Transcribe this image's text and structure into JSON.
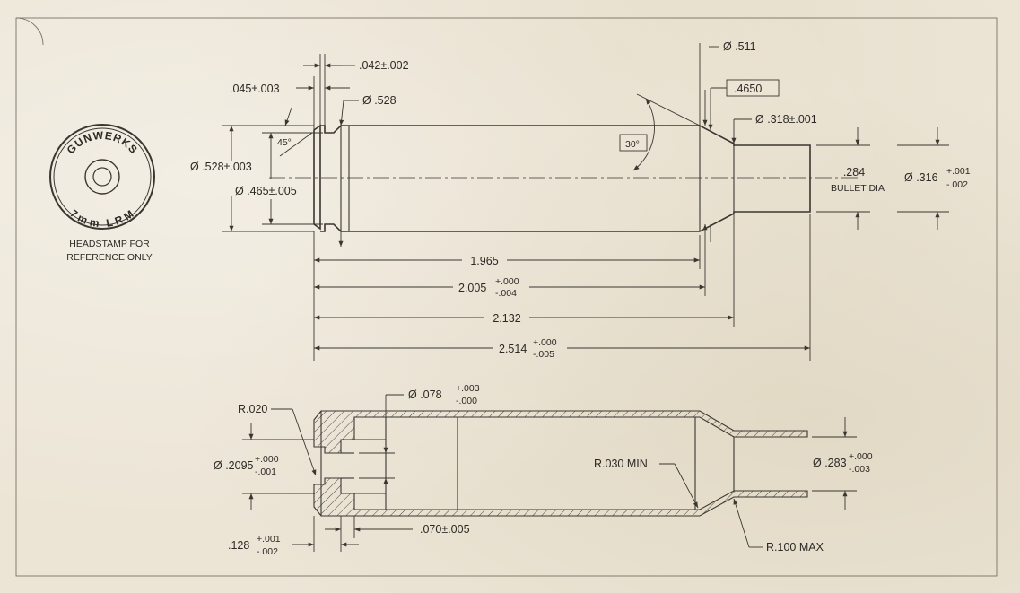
{
  "headstamp": {
    "brand": "GUNWERKS",
    "caliber": "7mm LRM",
    "note_line1": "HEADSTAMP FOR",
    "note_line2": "REFERENCE ONLY"
  },
  "top_view": {
    "rim_width": ".042±.002",
    "rim_offset": ".045±.003",
    "rim_diameter_label": "Ø .528",
    "rim_dia_left": "Ø .528±.003",
    "extractor_groove_dia": "Ø .465±.005",
    "bevel_angle": "45°",
    "shoulder_angle": "30°",
    "shoulder_dia": "Ø .511",
    "shoulder_datum": ".4650",
    "neck_dia": "Ø .318±.001",
    "bullet_dia_value": ".284",
    "bullet_dia_label": "BULLET DIA",
    "mouth_dia_base": "Ø .316",
    "mouth_dia_plus": "+.001",
    "mouth_dia_minus": "-.002",
    "len_1": "1.965",
    "len_2_base": "2.005",
    "len_2_plus": "+.000",
    "len_2_minus": "-.004",
    "len_3": "2.132",
    "len_4_base": "2.514",
    "len_4_plus": "+.000",
    "len_4_minus": "-.005"
  },
  "section_view": {
    "radius_primer": "R.020",
    "flash_hole_base": "Ø .078",
    "flash_hole_plus": "+.003",
    "flash_hole_minus": "-.000",
    "primer_pocket_base": "Ø .2095",
    "primer_pocket_plus": "+.000",
    "primer_pocket_minus": "-.001",
    "web_thickness": ".070±.005",
    "pocket_depth_base": ".128",
    "pocket_depth_plus": "+.001",
    "pocket_depth_minus": "-.002",
    "radius_shoulder_min": "R.030 MIN",
    "radius_shoulder_max": "R.100 MAX",
    "inner_neck_base": "Ø .283",
    "inner_neck_plus": "+.000",
    "inner_neck_minus": "-.003"
  }
}
